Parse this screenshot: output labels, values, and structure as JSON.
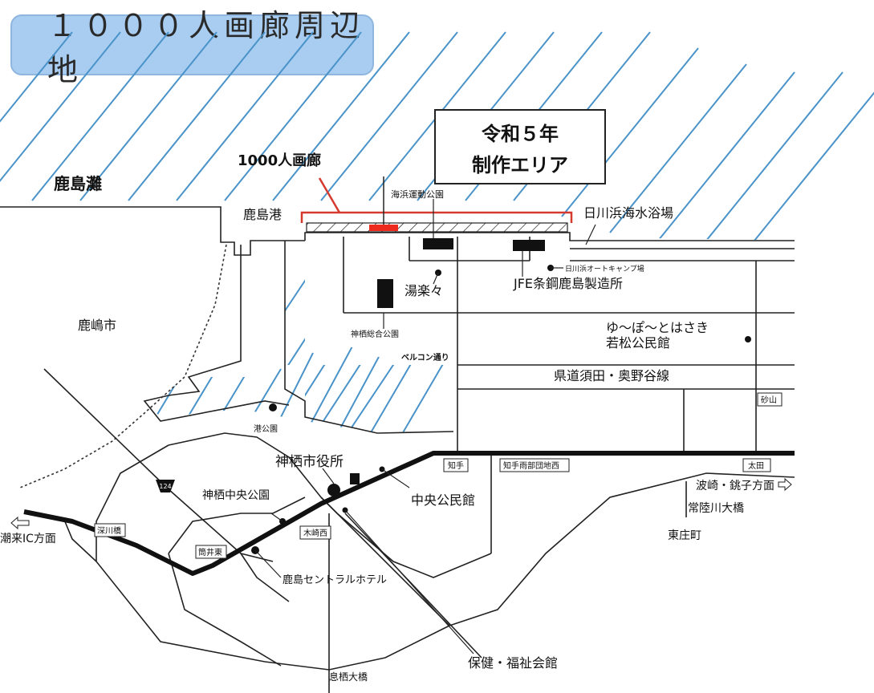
{
  "title": "１０００人画廊周辺地",
  "callout": {
    "line1": "令和５年",
    "line2": "制作エリア"
  },
  "gallery_label": "1000人画廊",
  "labels": {
    "kashimanada": "鹿島灘",
    "kashima_port": "鹿島港",
    "kaihin_park": "海浜運動公園",
    "hikawa_beach": "日川浜海水浴場",
    "hikawa_camp": "日川浜オートキャンプ場",
    "jfe": "JFE条鋼鹿島製造所",
    "yurara": "湯楽々",
    "kamisu_park": "神栖総合公園",
    "kashima_city": "鹿嶋市",
    "belcon": "ベルコン通り",
    "yupo_line1": "ゆ～ぽ～とはさき",
    "yupo_line2": "若松公民館",
    "prefectural_road": "県道須田・奥野谷線",
    "sunayama": "砂山",
    "port_park": "港公園",
    "city_hall": "神栖市役所",
    "chiteshita": "知手",
    "chite_nishi": "知手雨部団地西",
    "ota": "太田",
    "hasaki": "波崎・銚子方面",
    "hitachi_bridge": "常陸川大橋",
    "tosho": "東庄町",
    "central_hall": "中央公民館",
    "central_park": "神栖中央公園",
    "kisaki_nishi": "木崎西",
    "route_no": "124",
    "itako": "潮来IC方面",
    "fukawabashi": "深川橋",
    "doi_higashi": "筒井東",
    "central_hotel": "鹿島セントラルホテル",
    "health_hall": "保健・福祉会館",
    "sokuri_bridge": "息栖大橋"
  },
  "colors": {
    "title_bg": "#a9cdf1",
    "sea_hatch": "#4a93c9",
    "gallery_red": "#d63a2f",
    "highlight_red": "#ee2a1e"
  }
}
